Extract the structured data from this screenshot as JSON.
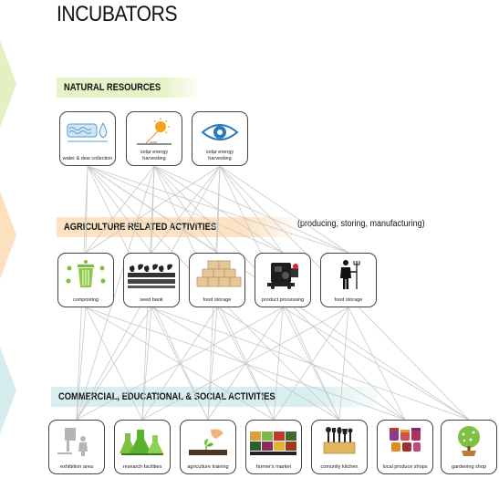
{
  "title": "INCUBATORS",
  "sections": {
    "natural": {
      "label": "NATURAL RESOURCES",
      "color": "#e6f3c8"
    },
    "agri": {
      "label": "AGRICULTURE RELATED ACTIVITIES",
      "note": "(producing, storing, manufacturing)",
      "color": "#fde3c2"
    },
    "commercial": {
      "label": "COMMERCIAL, EDUCATIONAL & SOCIAL ACTIVITIES",
      "color": "#d9efef"
    }
  },
  "arrow_colors": [
    "#e3f0c2",
    "#fde0bd",
    "#d6edee"
  ],
  "natural_items": [
    "water & dew collection",
    "solar energy harvesting",
    "solar energy harvesting"
  ],
  "agri_items": [
    "composting",
    "seed bank",
    "food storage",
    "product processing",
    "food storage"
  ],
  "commercial_items": [
    "exhibition area",
    "research facilities",
    "agriculture training",
    "farmer's market",
    "comunity kitchen",
    "local produce shops",
    "gardening shop"
  ]
}
